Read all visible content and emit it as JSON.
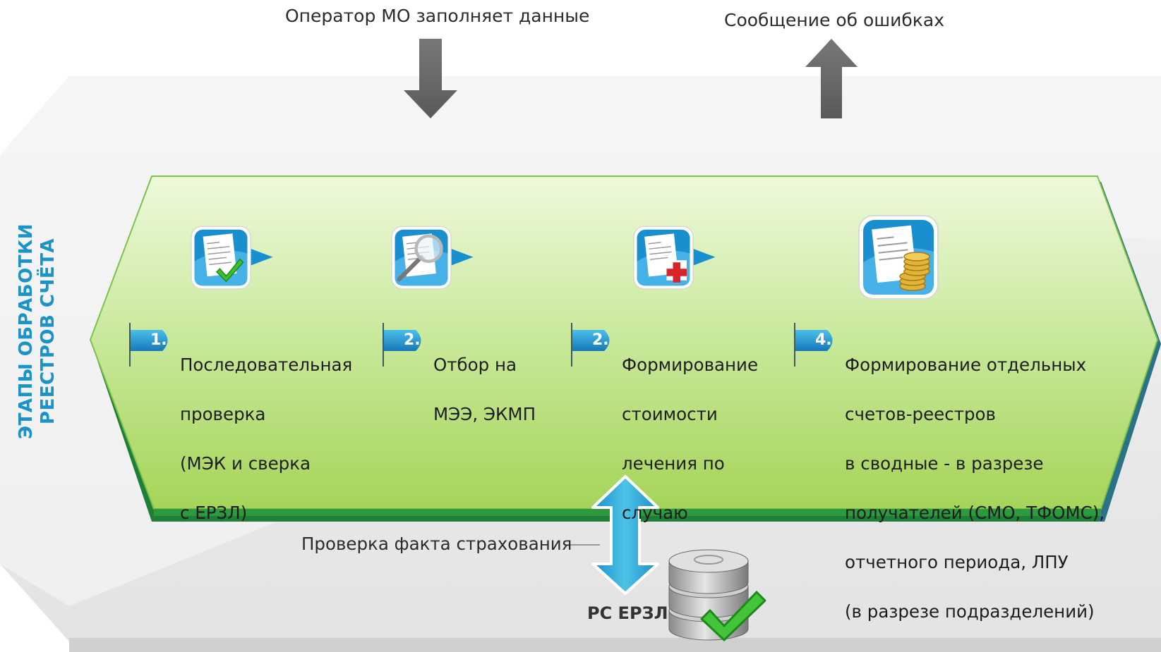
{
  "colors": {
    "accent_blue": "#1a93c9",
    "panel_green_top": "#e6f6cd",
    "panel_green_bottom": "#a8d45b",
    "panel_edge": "#2a8a3a",
    "arrow_gray": "#6e6e6e"
  },
  "vertical_title": {
    "line1": "ЭТАПЫ ОБРАБОТКИ",
    "line2": "РЕЕСТРОВ СЧЁТА"
  },
  "inputs": {
    "operator_label": "Оператор МО заполняет данные",
    "errors_label": "Сообщение об ошибках"
  },
  "steps": [
    {
      "number": "1.",
      "icon": "document-check-icon",
      "lines": [
        "Последовательная",
        "проверка",
        "(МЭК и сверка",
        "с ЕРЗЛ)"
      ]
    },
    {
      "number": "2.",
      "icon": "document-magnifier-icon",
      "lines": [
        "Отбор на",
        "МЭЭ, ЭКМП"
      ]
    },
    {
      "number": "2.",
      "icon": "document-medical-cross-icon",
      "lines": [
        "Формирование",
        "стоимости",
        "лечения по",
        "случаю"
      ]
    },
    {
      "number": "4.",
      "icon": "document-coins-icon",
      "lines": [
        "Формирование отдельных",
        "счетов-реестров",
        "в сводные - в разрезе",
        "получателей (СМО, ТФОМС),",
        "отчетного периода, ЛПУ",
        "(в разрезе подразделений)"
      ]
    }
  ],
  "bottom": {
    "check_label": "Проверка факта страхования",
    "db_label": "РС ЕРЗЛ",
    "db_icon": "database-check-icon"
  }
}
